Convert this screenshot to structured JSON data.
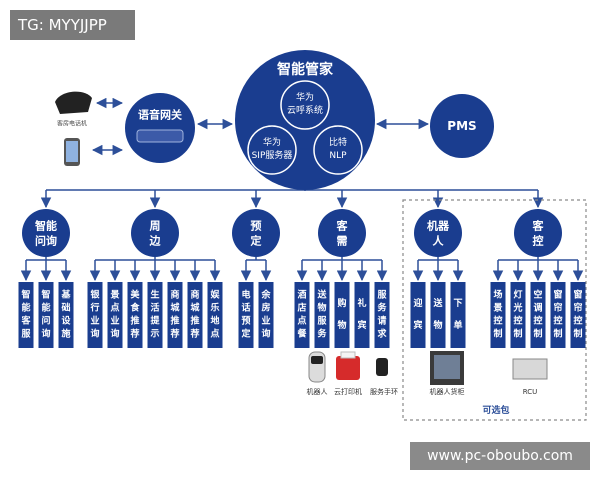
{
  "watermark_tag": "TG: MYYJJPP",
  "watermark_url": "www.pc-oboubo.com",
  "center": {
    "title": "智能管家",
    "sub1": [
      "华为",
      "云呼系统"
    ],
    "sub2": [
      "华为",
      "SIP服务器"
    ],
    "sub3": [
      "比特",
      "NLP"
    ]
  },
  "voice_gateway": "语音网关",
  "pms": "PMS",
  "guest_phone": "客房电话机",
  "optional_label": "可选包",
  "categories": [
    {
      "title": [
        "智能",
        "问询"
      ],
      "items": [
        "智能客服",
        "智能问询",
        "基础设施"
      ]
    },
    {
      "title": [
        "周",
        "边"
      ],
      "items": [
        "银行业询",
        "景点业询",
        "美食推荐",
        "生活提示",
        "商城推荐",
        "商城推荐",
        "娱乐地点"
      ]
    },
    {
      "title": [
        "预",
        "定"
      ],
      "items": [
        "电话预定",
        "余房业询"
      ]
    },
    {
      "title": [
        "客",
        "需"
      ],
      "items": [
        "酒店点餐",
        "送物服务",
        "购物",
        "礼宾",
        "服务请求"
      ]
    },
    {
      "title": [
        "机器",
        "人"
      ],
      "items": [
        "迎宾",
        "送物",
        "下单"
      ]
    },
    {
      "title": [
        "客",
        "控"
      ],
      "items": [
        "场景控制",
        "灯光控制",
        "空调控制",
        "窗帘控制",
        "窗帘控制"
      ]
    }
  ],
  "devices": [
    "机器人",
    "云打印机",
    "服务手环"
  ],
  "robot_cabinet": "机器人货柜",
  "rcu": "RCU",
  "colors": {
    "navy": "#1a3d8f",
    "arrow": "#2d4f99",
    "dash": "#8a8a8a"
  }
}
